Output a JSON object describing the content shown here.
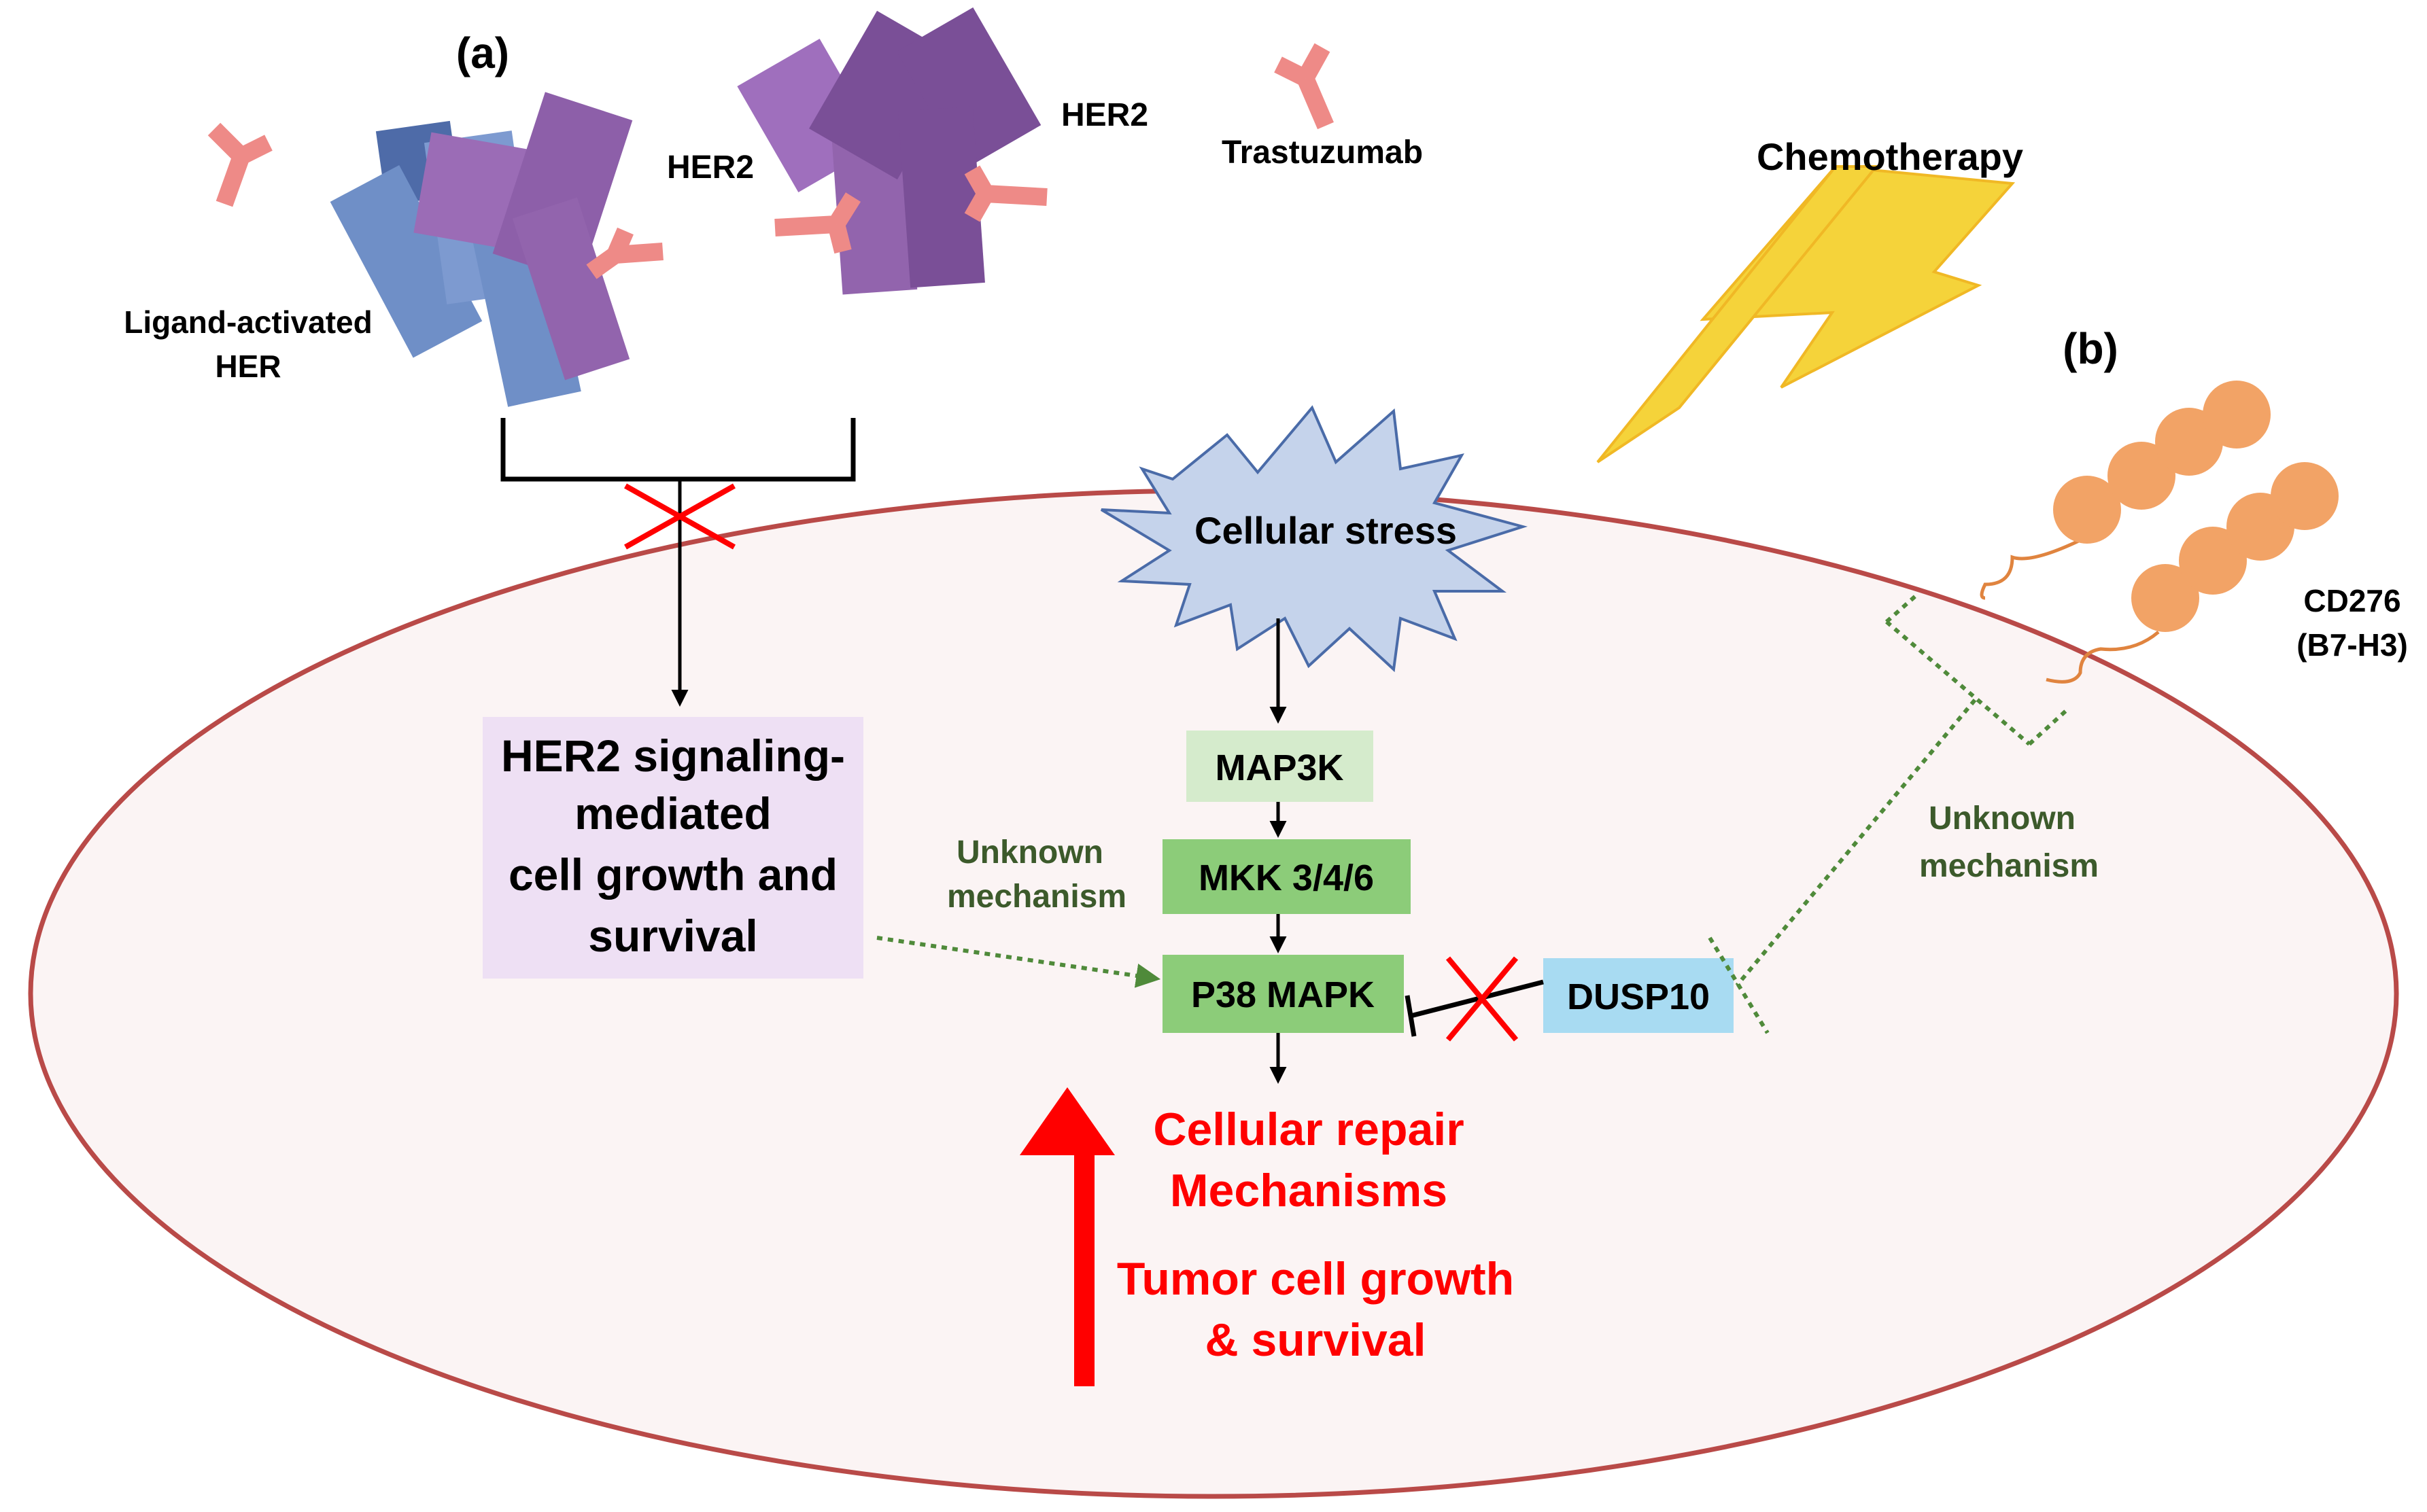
{
  "panels": {
    "a": "(a)",
    "b": "(b)"
  },
  "receptors": {
    "her2_left": "HER2",
    "her2_right": "HER2",
    "trastuzumab": "Trastuzumab",
    "ligand_line1": "Ligand-activated",
    "ligand_line2": "HER",
    "cd276_line1": "CD276",
    "cd276_line2": "(B7-H3)"
  },
  "triggers": {
    "chemotherapy": "Chemotherapy",
    "cellular_stress": "Cellular stress"
  },
  "her2_box": {
    "line1": "HER2 signaling-",
    "line2": "mediated",
    "line3": "cell growth and",
    "line4": "survival"
  },
  "pathway": {
    "map3k": "MAP3K",
    "mkk": "MKK 3/4/6",
    "p38": "P38 MAPK",
    "dusp10": "DUSP10"
  },
  "unknown_left": {
    "line1": "Unknown",
    "line2": "mechanism"
  },
  "unknown_right": {
    "line1": "Unknown",
    "line2": "mechanism"
  },
  "outcomes": {
    "repair_line1": "Cellular repair",
    "repair_line2": "Mechanisms",
    "growth_line1": "Tumor cell growth",
    "growth_line2": "& survival"
  },
  "colors": {
    "cell_fill": "#fbf4f4",
    "cell_border": "#b94a48",
    "her_blue": "#6f8fc7",
    "her_purple": "#9264ad",
    "antibody": "#ee8a87",
    "bolt": "#f5d33a",
    "stress": "#c5d3eb",
    "box_light_green": "#d5ebcc",
    "box_green": "#8ccc79",
    "box_blue": "#a8dbf2",
    "box_lavender": "#eee0f4",
    "cd276": "#f2a366",
    "dark_green_text": "#3c5a2b",
    "red": "#ff0000"
  }
}
